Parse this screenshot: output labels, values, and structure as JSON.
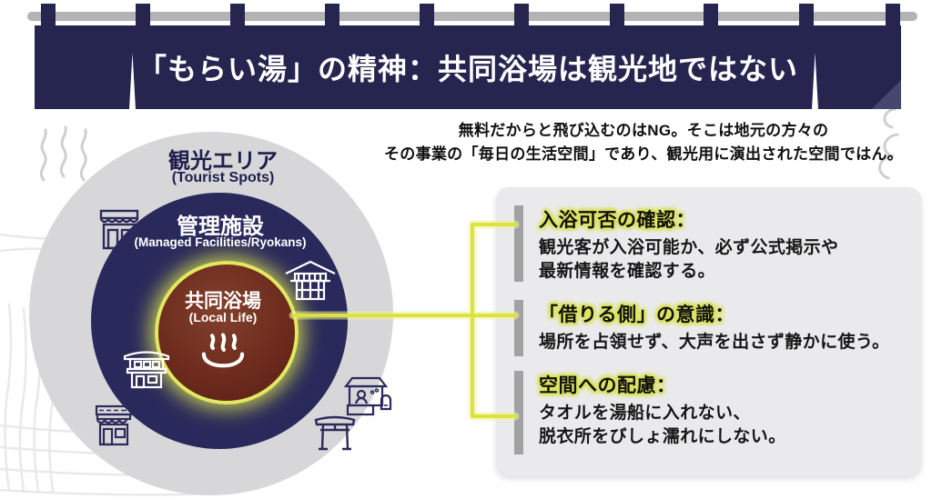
{
  "banner": {
    "title": "「もらい湯」の精神：共同浴場は観光地ではない"
  },
  "intro": {
    "line1": "無料だからと飛び込むのはNG。そこは地元の方々の",
    "line2": "その事業の「毎日の生活空間」であり、観光用に演出された空間ではん。"
  },
  "diagram": {
    "outer_ring": {
      "label": "観光エリア",
      "sublabel": "(Tourist Spots)"
    },
    "middle_ring": {
      "label": "管理施設",
      "sublabel": "(Managed Facilities/Ryokans)"
    },
    "center": {
      "label": "共同浴場",
      "sublabel": "(Local Life)",
      "icon": "onsen-icon"
    },
    "icons": [
      "storefront-icon",
      "ryokan-icon",
      "temple-icon",
      "sign-shop-icon",
      "ticket-booth-icon",
      "torii-icon",
      "onsen-icon",
      "steam-icon"
    ]
  },
  "rules": {
    "items": [
      {
        "heading": "入浴可否の確認：",
        "body_lines": [
          "観光客が入浴可能か、必ず公式掲示や",
          "最新情報を確認する。"
        ]
      },
      {
        "heading": "「借りる側」の意識：",
        "body_lines": [
          "場所を占領せず、大声を出さず静かに使う。",
          ""
        ]
      },
      {
        "heading": "空間への配慮：",
        "body_lines": [
          "タオルを湯船に入れない、",
          "脱衣所をびしょ濡れにしない。"
        ]
      }
    ]
  },
  "colors": {
    "navy": "#26254f",
    "navy_circle": "#2a295b",
    "gray_ring": "#d7d7da",
    "maroon": "#6b2a1c",
    "accent_yellow": "#dde23f",
    "heading_glow": "#dce35a",
    "panel_gray": "#eaeaec",
    "bar_gray": "#a2a2a2"
  }
}
